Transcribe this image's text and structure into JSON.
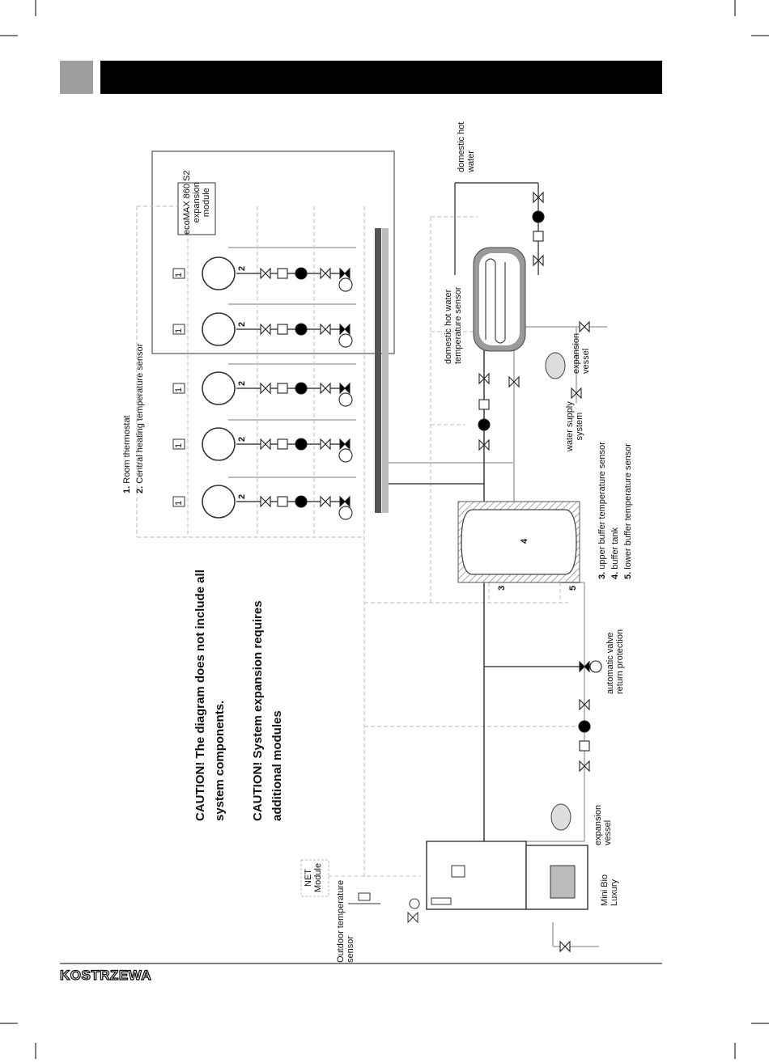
{
  "header": {
    "bar_color": "#000000",
    "tab_color": "#9e9e9e"
  },
  "legend_top": {
    "item1": {
      "num": "1.",
      "text": "Room thermostat"
    },
    "item2": {
      "num": "2.",
      "text": "Central  heating  temperature  sensor"
    }
  },
  "legend_buffer": {
    "item3": {
      "num": "3.",
      "text": "upper  buffer  temperature sensor"
    },
    "item4": {
      "num": "4.",
      "text": "buffer tank"
    },
    "item5": {
      "num": "5.",
      "text": "lower  buffer  temperature sensor"
    }
  },
  "caution": {
    "line1": "CAUTION! The diagram does not include all",
    "line2": "system components.",
    "line3": "CAUTION! System expansion requires",
    "line4": "additional modules"
  },
  "labels": {
    "expansion_module": [
      "ecoMAX 860 S2",
      "expansion",
      "module"
    ],
    "domestic_hot_water": [
      "domestic hot",
      "water"
    ],
    "dhw_sensor": [
      "domestic hot water",
      "temperature sensor"
    ],
    "expansion_vessel_right": [
      "expansion",
      "vessel"
    ],
    "water_supply": [
      "water supply",
      "system"
    ],
    "auto_valve": [
      "automatic valve",
      "return protection"
    ],
    "expansion_vessel_left": [
      "expansion",
      "vessel"
    ],
    "boiler": [
      "Mini Bio",
      "Luxury"
    ],
    "net_module": [
      "NET",
      "Module"
    ],
    "outdoor_sensor": [
      "Outdoor temperature",
      "sensor"
    ],
    "thermostat_marker": "1",
    "sensor_marker": "2",
    "buffer_number": "4",
    "upper_sensor_number": "3",
    "lower_sensor_number": "5"
  },
  "brand": {
    "logo_text": "KOSTRZEWA"
  },
  "colors": {
    "line_dark": "#444444",
    "line_light": "#bdbdbd",
    "dashed": "#bdbdbd",
    "text": "#111111"
  }
}
